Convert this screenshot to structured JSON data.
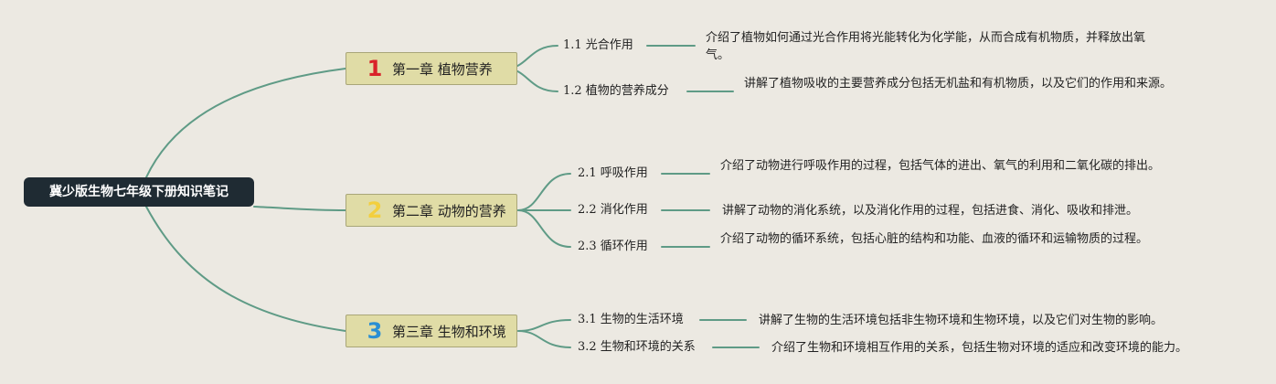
{
  "root": {
    "title": "冀少版生物七年级下册知识笔记"
  },
  "chapters": [
    {
      "num": "1",
      "num_color": "#d9232a",
      "title": "第一章 植物营养",
      "sections": [
        {
          "label": "1.1 光合作用",
          "desc": "介绍了植物如何通过光合作用将光能转化为化学能，从而合成有机物质，并释放出氧气。"
        },
        {
          "label": "1.2 植物的营养成分",
          "desc": "讲解了植物吸收的主要营养成分包括无机盐和有机物质，以及它们的作用和来源。"
        }
      ]
    },
    {
      "num": "2",
      "num_color": "#f3cf3e",
      "title": "第二章 动物的营养",
      "sections": [
        {
          "label": "2.1 呼吸作用",
          "desc": "介绍了动物进行呼吸作用的过程，包括气体的进出、氧气的利用和二氧化碳的排出。"
        },
        {
          "label": "2.2 消化作用",
          "desc": "讲解了动物的消化系统，以及消化作用的过程，包括进食、消化、吸收和排泄。"
        },
        {
          "label": "2.3 循环作用",
          "desc": "介绍了动物的循环系统，包括心脏的结构和功能、血液的循环和运输物质的过程。"
        }
      ]
    },
    {
      "num": "3",
      "num_color": "#2a8fd4",
      "title": "第三章 生物和环境",
      "sections": [
        {
          "label": "3.1 生物的生活环境",
          "desc": "讲解了生物的生活环境包括非生物环境和生物环境，以及它们对生物的影响。"
        },
        {
          "label": "3.2 生物和环境的关系",
          "desc": "介绍了生物和环境相互作用的关系，包括生物对环境的适应和改变环境的能力。"
        }
      ]
    }
  ],
  "colors": {
    "background": "#ece9e2",
    "root": "#1f2b33",
    "chapter_fill": "#e0dca6",
    "connector": "#5f9b86"
  }
}
